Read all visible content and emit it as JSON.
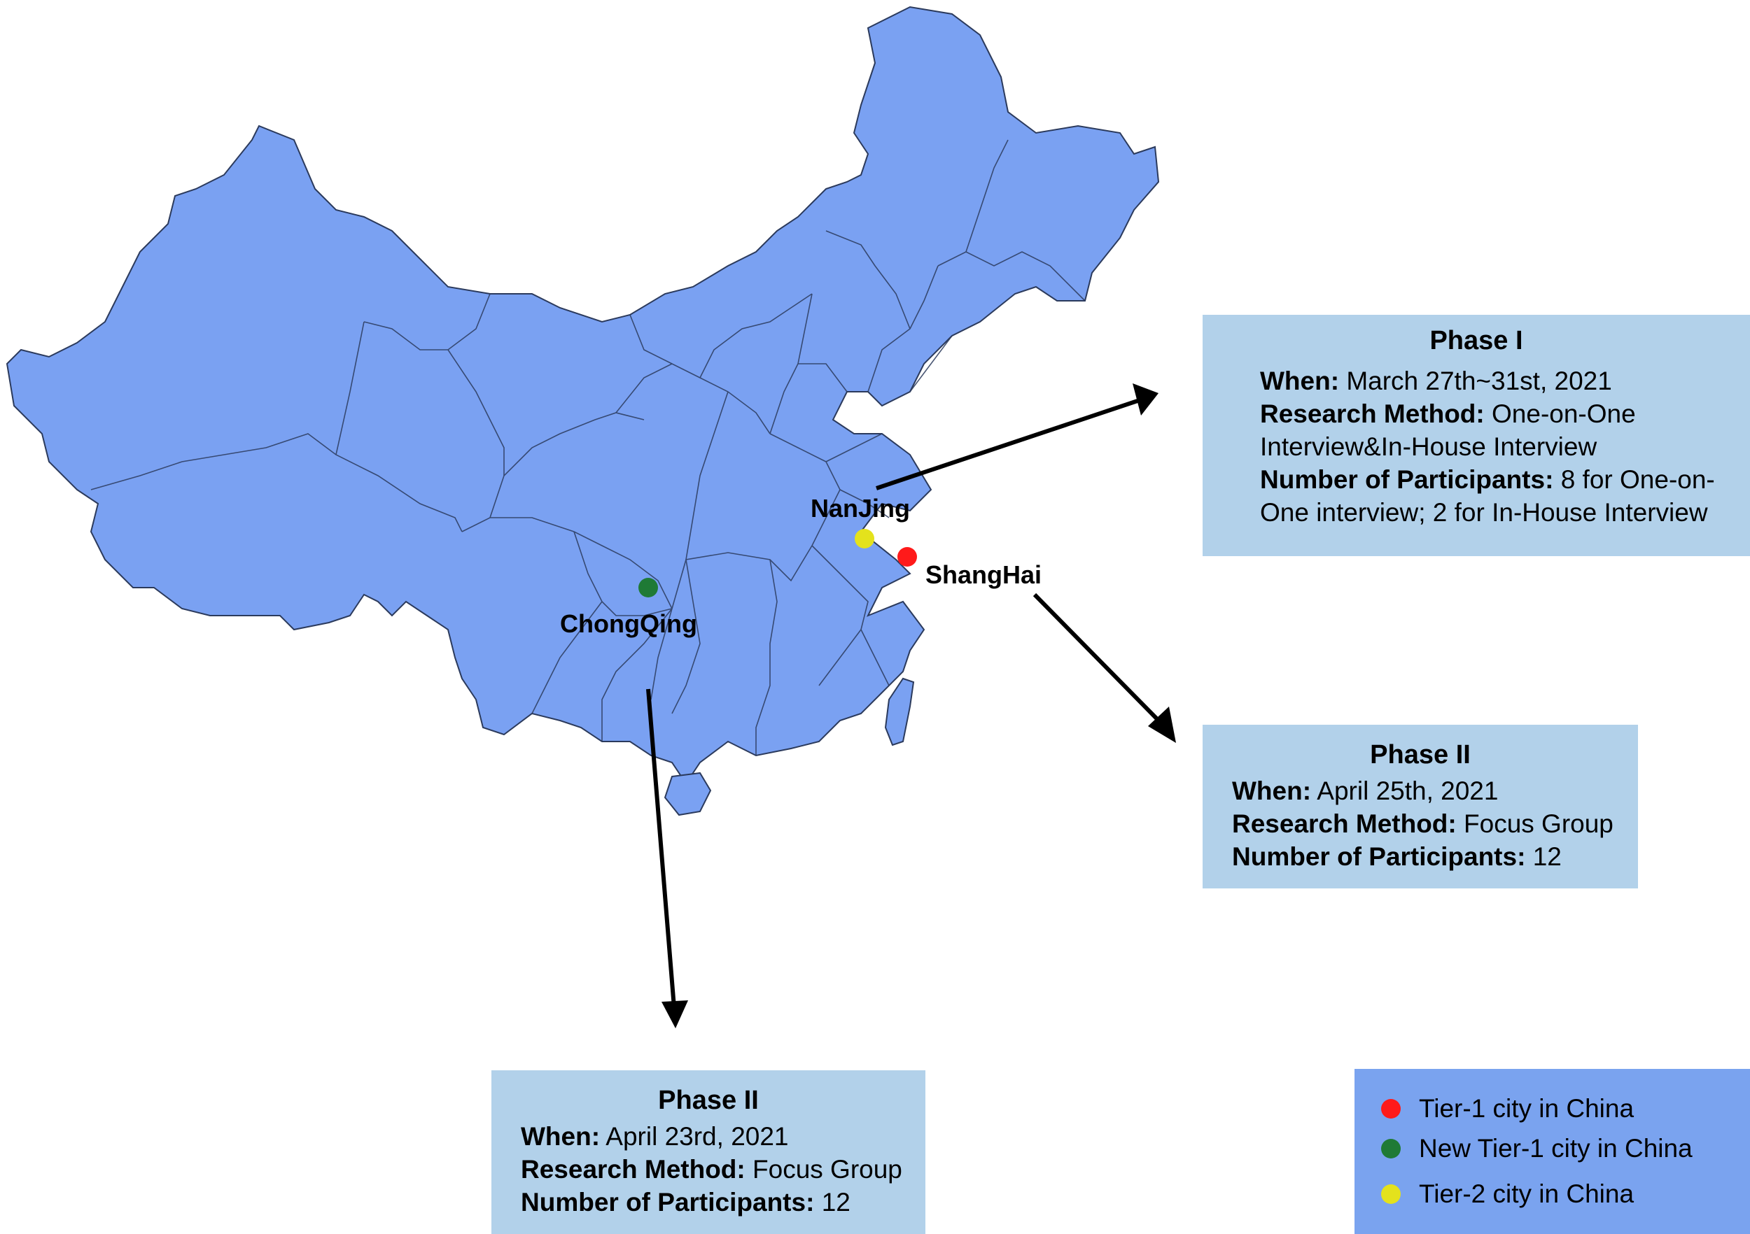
{
  "colors": {
    "map_fill": "#7aa1f2",
    "map_border": "#2b3a5c",
    "box_fill": "#b2d1ea",
    "legend_fill": "#7aa3ef",
    "tier1": "#ff1a1a",
    "new_tier1": "#1f7a35",
    "tier2": "#e4e21c",
    "arrow": "#000000"
  },
  "cities": {
    "nanjing": "NanJing",
    "shanghai": "ShangHai",
    "chongqing": "ChongQing"
  },
  "phase_shanghai": {
    "title": "Phase I",
    "when_label": "When:",
    "when_value": "March 27th~31st, 2021",
    "method_label": "Research Method:",
    "method_value": "One-on-One Interview&In-House Interview",
    "participants_label": "Number of Participants:",
    "participants_value": "8 for One-on-One interview; 2 for In-House Interview"
  },
  "phase_nanjing": {
    "title": "Phase II",
    "when_label": "When:",
    "when_value": "April 25th, 2021",
    "method_label": "Research Method:",
    "method_value": "Focus Group",
    "participants_label": "Number of Participants:",
    "participants_value": "12"
  },
  "phase_chongqing": {
    "title": "Phase II",
    "when_label": "When:",
    "when_value": "April 23rd, 2021",
    "method_label": "Research Method:",
    "method_value": "Focus Group",
    "participants_label": "Number of Participants:",
    "participants_value": "12"
  },
  "legend": {
    "tier1": "Tier-1 city in China",
    "new_tier1": "New Tier-1 city in China",
    "tier2": "Tier-2 city in China"
  }
}
